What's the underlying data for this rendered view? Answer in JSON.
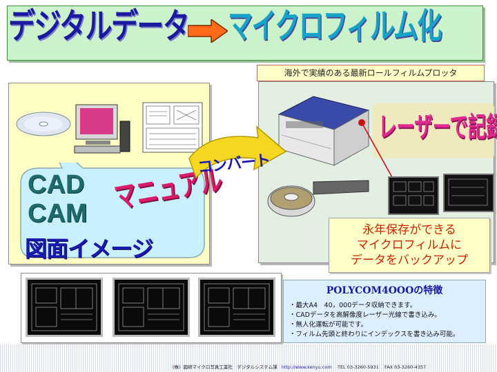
{
  "title": {
    "left": "デジタルデータ",
    "right": "マイクロフィルム化"
  },
  "left_panel": {
    "cad": "CAD",
    "cam": "CAM",
    "manual": "マニュアル",
    "image": "図面イメージ"
  },
  "convert_label": "コンバート",
  "right_panel": {
    "plotter_label": "海外で実績のある最新ロールフィルムプロッタ",
    "laser_label": "レーザーで記録",
    "storage": [
      "永年保存ができる",
      "マイクロフィルムに",
      "データをバックアップ"
    ]
  },
  "features": {
    "title": "POLYCOM4OOOの特徴",
    "items": [
      "・最大A4　40，000データ収納できます。",
      "・CADデータを高解像度レーザー光線で書き込み。",
      "・無人化運転が可能です。",
      "・フィルム先頭と終わりにインデックスを書き込み可能。"
    ]
  },
  "footer": {
    "company": "(株）図研マイクロ写真工業社　デジタルシステム課",
    "url": "http://www.kenyu.com",
    "tel": "TEL 03-3260-5931",
    "fax": "FAX 03-3260-4357"
  },
  "colors": {
    "title_left": "#1a1aa0",
    "title_right": "#16a3c8",
    "arrow": "#ff6a1a",
    "cad_text": "#1f6b6b",
    "manual_text": "#d81b6a",
    "laser_text": "#e02a8f",
    "storage_text": "#cc2200"
  }
}
